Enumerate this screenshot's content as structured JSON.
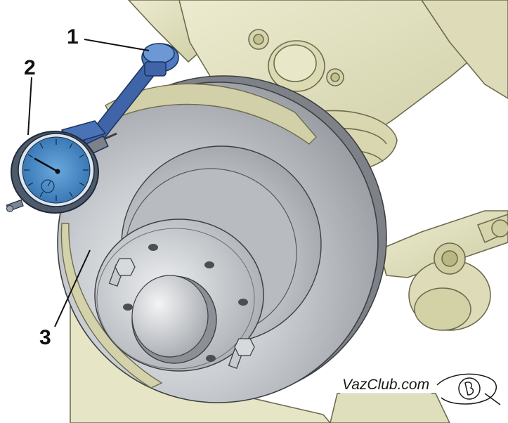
{
  "callouts": [
    {
      "number": "1"
    },
    {
      "number": "2"
    },
    {
      "number": "3"
    }
  ],
  "watermark": {
    "text": "VazClub.com"
  },
  "colors": {
    "chassis": "#e4e3c2",
    "chassis_shadow": "#c4c39a",
    "disc": "#bfc3c8",
    "disc_dark": "#8d9197",
    "indicator_face": "#3f86c6",
    "indicator_arm": "#3f64a8"
  }
}
